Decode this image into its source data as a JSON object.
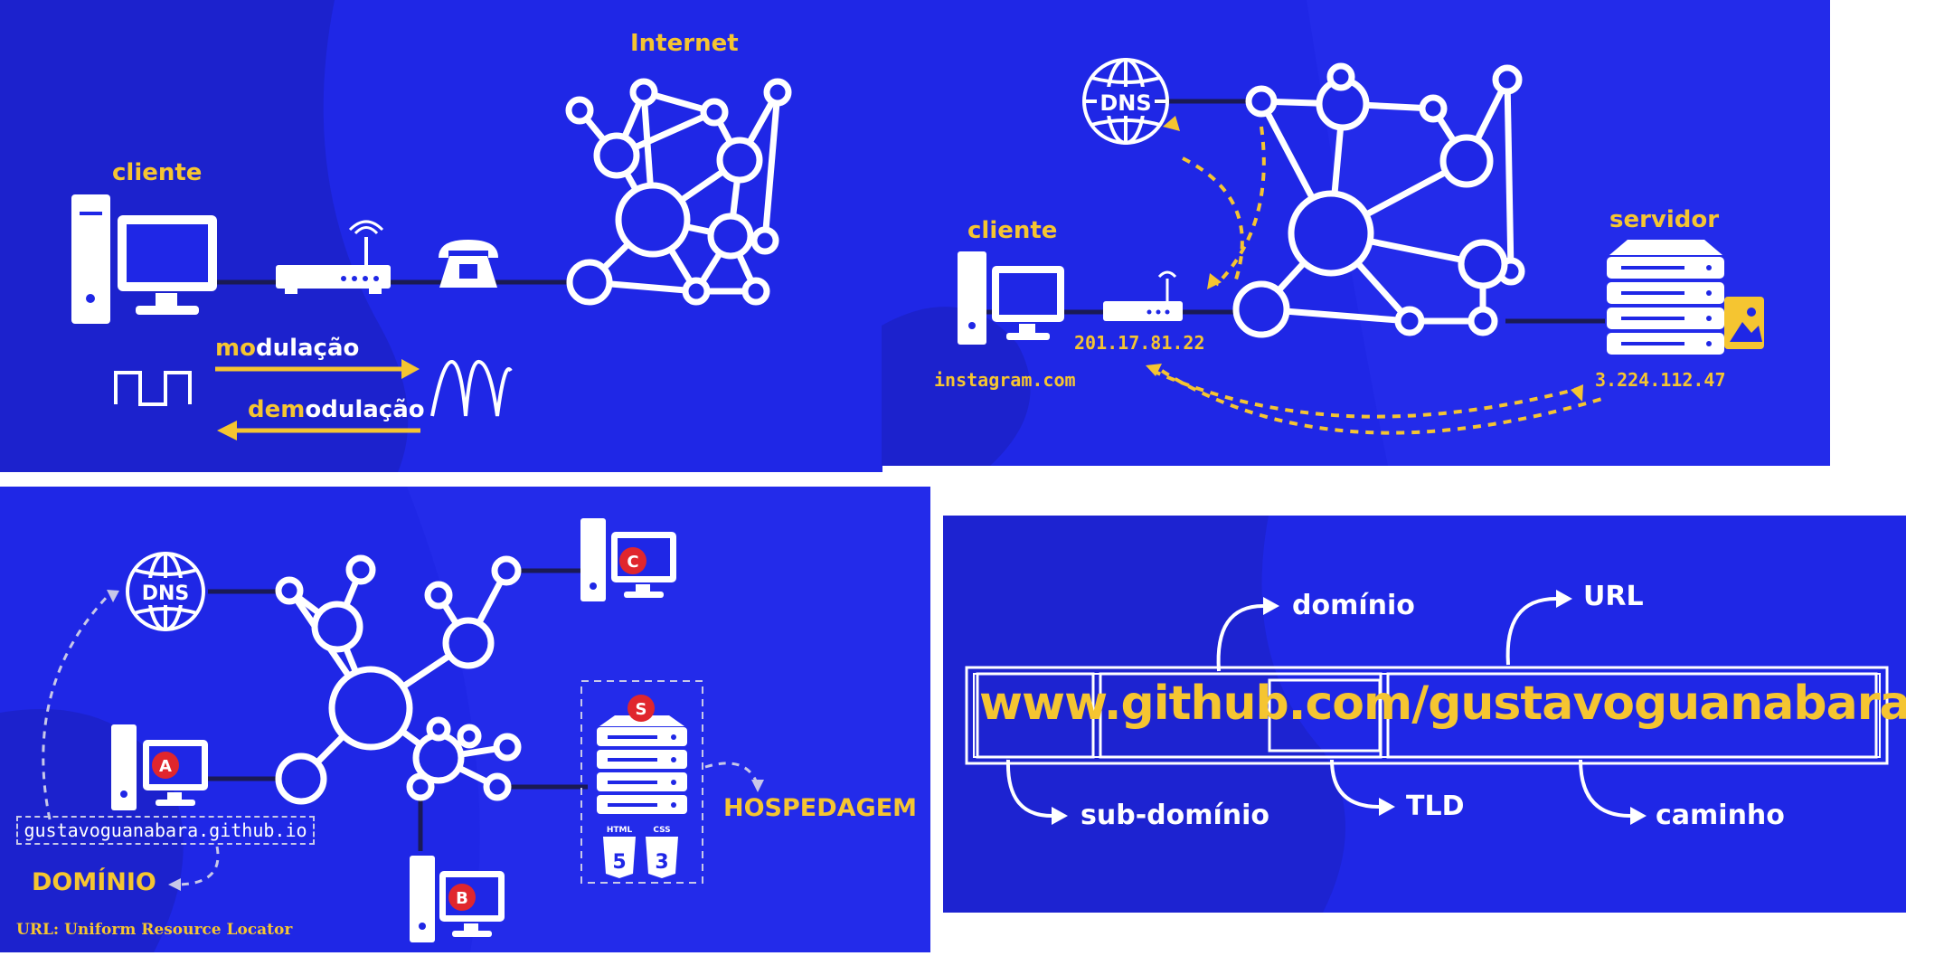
{
  "panel_modem": {
    "cliente_label": "cliente",
    "internet_label": "Internet",
    "modulacao": {
      "prefix": "mo",
      "rest": "dulação"
    },
    "demodulacao": {
      "prefix": "dem",
      "rest": "odulação"
    }
  },
  "panel_dns": {
    "dns_label": "DNS",
    "cliente_label": "cliente",
    "servidor_label": "servidor",
    "client_ip": "201.17.81.22",
    "client_hostname": "instagram.com",
    "server_ip": "3.224.112.47"
  },
  "panel_hosting": {
    "dns_label": "DNS",
    "badge_a": "A",
    "badge_b": "B",
    "badge_c": "C",
    "badge_s": "S",
    "domain_box": "gustavoguanabara.github.io",
    "dominio_label": "DOMÍNIO",
    "hospedagem_label": "HOSPEDAGEM",
    "html_badge": "HTML",
    "css_badge": "CSS",
    "html_number": "5",
    "css_number": "3",
    "footnote": "URL: Uniform Resource Locator"
  },
  "panel_url": {
    "url_text": "www.github.com/gustavoguanabara",
    "dominio_label": "domínio",
    "url_label": "URL",
    "subdominio_label": "sub-domínio",
    "tld_label": "TLD",
    "caminho_label": "caminho"
  },
  "colors": {
    "background": "#1f27e6",
    "accent_yellow": "#f5c531",
    "white": "#ffffff",
    "badge_red": "#e0262d",
    "link_dark": "#1a1a55"
  }
}
